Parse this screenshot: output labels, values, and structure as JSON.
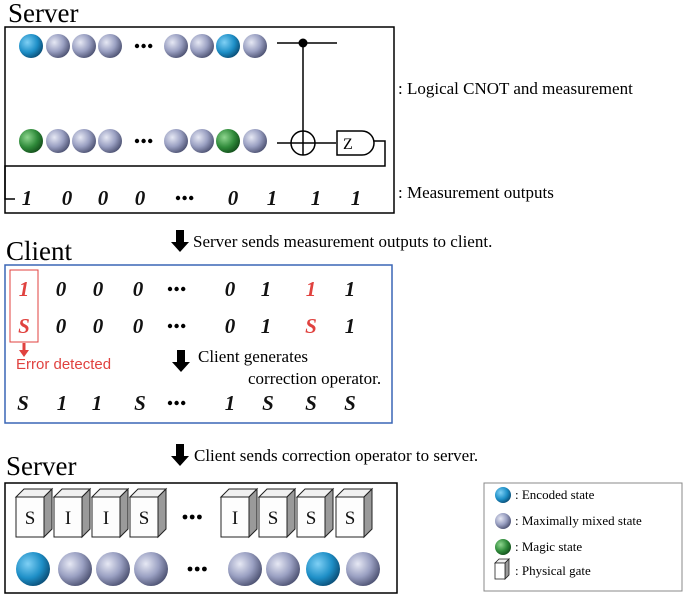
{
  "server_title": "Server",
  "client_title": "Client",
  "server2_title": "Server",
  "label_cnot": ": Logical CNOT and measurement",
  "label_outputs": ": Measurement outputs",
  "step1": "Server sends measurement outputs to client.",
  "step2_line1": "Client generates",
  "step2_line2": "correction operator.",
  "step3": "Client sends correction operator to server.",
  "error_detected": "Error detected",
  "gate_z": "Z",
  "ellipsis": "•••",
  "measurement_outputs": [
    "1",
    "0",
    "0",
    "0",
    "0",
    "1",
    "1",
    "1"
  ],
  "client_row1": [
    "1",
    "0",
    "0",
    "0",
    "0",
    "1",
    "1",
    "1"
  ],
  "client_row2": [
    "S",
    "0",
    "0",
    "0",
    "0",
    "1",
    "S",
    "1"
  ],
  "correction_row": [
    "S",
    "1",
    "1",
    "S",
    "1",
    "S",
    "S",
    "S"
  ],
  "gates": [
    "S",
    "I",
    "I",
    "S",
    "I",
    "S",
    "S",
    "S"
  ],
  "qubit_rows": {
    "top": [
      "encoded",
      "mixed",
      "mixed",
      "mixed",
      "mixed",
      "mixed",
      "encoded",
      "mixed"
    ],
    "bottom": [
      "magic",
      "mixed",
      "mixed",
      "mixed",
      "mixed",
      "mixed",
      "magic",
      "mixed"
    ],
    "final": [
      "encoded",
      "mixed",
      "mixed",
      "mixed",
      "mixed",
      "mixed",
      "encoded",
      "mixed"
    ]
  },
  "legend": [
    {
      "key": "encoded",
      "label": ": Encoded state"
    },
    {
      "key": "mixed",
      "label": ": Maximally mixed state"
    },
    {
      "key": "magic",
      "label": ": Magic state"
    },
    {
      "key": "gate",
      "label": ": Physical gate"
    }
  ],
  "colors": {
    "encoded": "#1e8fc7",
    "mixed": "#8e94b8",
    "magic": "#2f8a3a",
    "client_border": "#3a66b5",
    "error": "#e0423f"
  }
}
